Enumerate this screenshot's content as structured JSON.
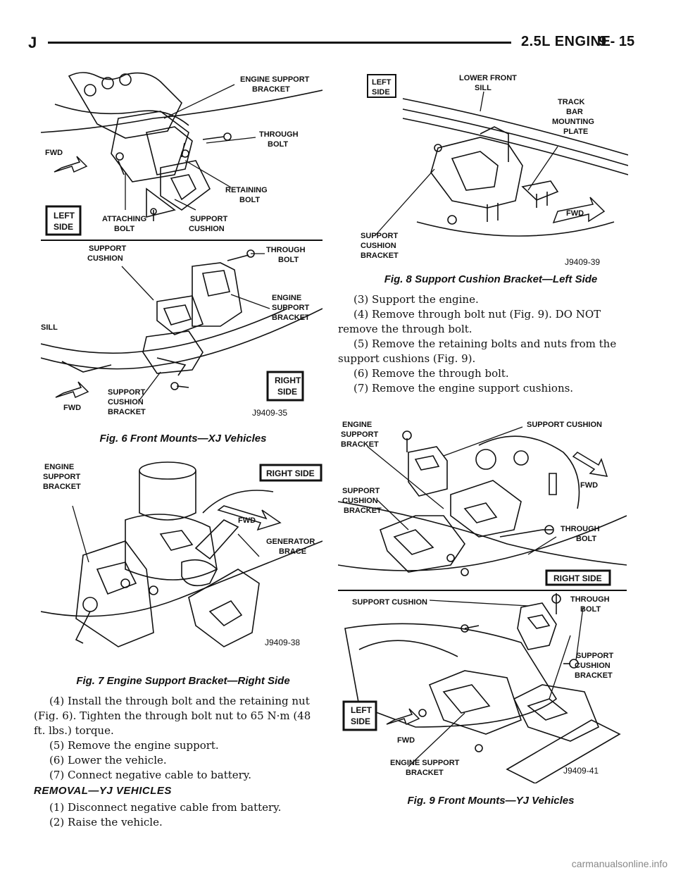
{
  "header": {
    "letter": "J",
    "title": "2.5L ENGINE",
    "page": "9 - 15"
  },
  "fig6": {
    "top_labels": [
      "ENGINE SUPPORT",
      "BRACKET",
      "THROUGH",
      "BOLT",
      "RETAINING",
      "BOLT",
      "ATTACHING",
      "BOLT",
      "SUPPORT",
      "CUSHION",
      "FWD",
      "LEFT",
      "SIDE"
    ],
    "bottom_labels": [
      "SUPPORT",
      "CUSHION",
      "THROUGH",
      "BOLT",
      "ENGINE",
      "SUPPORT",
      "BRACKET",
      "SILL",
      "SUPPORT",
      "CUSHION",
      "BRACKET",
      "FWD",
      "RIGHT",
      "SIDE"
    ],
    "code": "J9409-35",
    "caption": "Fig. 6 Front Mounts—XJ Vehicles"
  },
  "fig7": {
    "labels": [
      "ENGINE",
      "SUPPORT",
      "BRACKET",
      "RIGHT SIDE",
      "FWD",
      "GENERATOR",
      "BRACE"
    ],
    "code": "J9409-38",
    "caption": "Fig. 7 Engine Support Bracket—Right Side"
  },
  "fig8": {
    "labels": [
      "LEFT",
      "SIDE",
      "LOWER FRONT",
      "SILL",
      "TRACK",
      "BAR",
      "MOUNTING",
      "PLATE",
      "SUPPORT",
      "CUSHION",
      "BRACKET",
      "FWD"
    ],
    "code": "J9409-39",
    "caption": "Fig. 8 Support Cushion Bracket—Left Side"
  },
  "fig9": {
    "top_labels": [
      "ENGINE",
      "SUPPORT",
      "BRACKET",
      "SUPPORT CUSHION",
      "FWD",
      "SUPPORT",
      "CUSHION",
      "BRACKET",
      "THROUGH",
      "BOLT",
      "RIGHT SIDE"
    ],
    "bottom_labels": [
      "SUPPORT CUSHION",
      "THROUGH",
      "BOLT",
      "SUPPORT",
      "CUSHION",
      "BRACKET",
      "LEFT",
      "SIDE",
      "FWD",
      "ENGINE SUPPORT",
      "BRACKET"
    ],
    "code": "J9409-41",
    "caption": "Fig. 9 Front Mounts—YJ Vehicles"
  },
  "left_text": {
    "p1": "(4) Install the through bolt and the retaining nut (Fig. 6). Tighten the through bolt nut to 65 N·m (48 ft. lbs.) torque.",
    "p2": "(5) Remove the engine support.",
    "p3": "(6) Lower the vehicle.",
    "p4": "(7) Connect negative cable to battery.",
    "heading": "REMOVAL—YJ VEHICLES",
    "p5": "(1) Disconnect negative cable from battery.",
    "p6": "(2) Raise the vehicle."
  },
  "right_text": {
    "p1": "(3) Support the engine.",
    "p2": "(4) Remove through bolt nut (Fig. 9). DO NOT remove the through bolt.",
    "p3": "(5) Remove the retaining bolts and nuts from the support cushions (Fig. 9).",
    "p4": "(6) Remove the through bolt.",
    "p5": "(7) Remove the engine support cushions."
  },
  "watermark": "carmanualsonline.info"
}
